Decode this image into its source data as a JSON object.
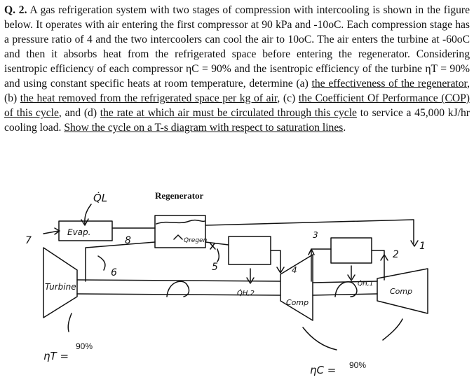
{
  "problem": {
    "qnum": "Q. 2.",
    "p1": " A gas refrigeration system with two stages of compression with intercooling is shown in the figure below. It operates with air entering the first compressor at 90 kPa and -10oC. Each compression stage has a pressure ratio of 4 and the two intercoolers can cool the air to 10oC. The air enters the turbine at -60oC and then it absorbs heat from the refrigerated space before entering the regenerator. Considering isentropic efficiency of each compressor ηC = 90% and the isentropic efficiency of the turbine ηT = 90% and using constant specific heats at room temperature, determine (a) ",
    "a": "the effectiveness of the regenerator",
    "s1": ", (b) ",
    "b": "the heat removed from the refrigerated space per kg of air",
    "s2": ", (c) ",
    "c": "the Coefficient Of Performance (COP) of this cycle",
    "s3": ", and (d) ",
    "d": "the rate at which air must be circulated through this cycle",
    "s4": " to service a 45,000 kJ/hr cooling load. ",
    "e": "Show the cycle on a T-s diagram with respect to saturation lines",
    "end": "."
  },
  "diagram": {
    "regenerator_label": "Regenerator",
    "evap_label": "Evap.",
    "turbine_label": "Turbine",
    "comp_left_label": "Comp",
    "comp_right_label": "Comp",
    "q_l": "Q̇L",
    "q_regen": "Qregen",
    "q_h2": "Q̇H,2",
    "q_h1": "Q̇H,1",
    "state_7": "7",
    "state_8": "8",
    "state_6": "6",
    "state_5": "5",
    "state_4": "4",
    "state_3": "3",
    "state_2": "2",
    "state_1": "1",
    "eta_t_symbol": "ηT =",
    "eta_t_value": "90%",
    "eta_c_symbol": "ηC =",
    "eta_c_value": "90%"
  }
}
